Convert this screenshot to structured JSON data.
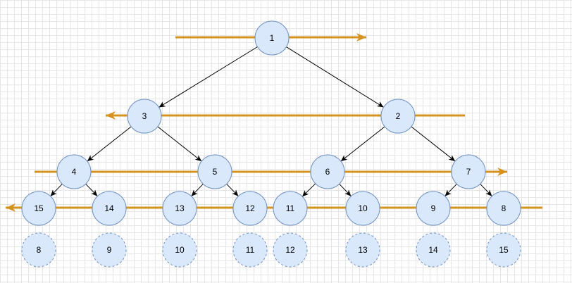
{
  "tree": {
    "nodes": [
      {
        "id": "n1",
        "label": "1"
      },
      {
        "id": "n3",
        "label": "3"
      },
      {
        "id": "n2",
        "label": "2"
      },
      {
        "id": "n4",
        "label": "4"
      },
      {
        "id": "n5",
        "label": "5"
      },
      {
        "id": "n6",
        "label": "6"
      },
      {
        "id": "n7",
        "label": "7"
      },
      {
        "id": "n15",
        "label": "15"
      },
      {
        "id": "n14",
        "label": "14"
      },
      {
        "id": "n13",
        "label": "13"
      },
      {
        "id": "n12",
        "label": "12"
      },
      {
        "id": "n11",
        "label": "11"
      },
      {
        "id": "n10",
        "label": "10"
      },
      {
        "id": "n9",
        "label": "9"
      },
      {
        "id": "n8",
        "label": "8"
      }
    ],
    "edges": [
      {
        "from": "n1",
        "to": "n3"
      },
      {
        "from": "n1",
        "to": "n2"
      },
      {
        "from": "n3",
        "to": "n4"
      },
      {
        "from": "n3",
        "to": "n5"
      },
      {
        "from": "n2",
        "to": "n6"
      },
      {
        "from": "n2",
        "to": "n7"
      },
      {
        "from": "n4",
        "to": "n15"
      },
      {
        "from": "n4",
        "to": "n14"
      },
      {
        "from": "n5",
        "to": "n13"
      },
      {
        "from": "n5",
        "to": "n12"
      },
      {
        "from": "n6",
        "to": "n11"
      },
      {
        "from": "n6",
        "to": "n10"
      },
      {
        "from": "n7",
        "to": "n9"
      },
      {
        "from": "n7",
        "to": "n8"
      }
    ],
    "traversal_arrows": [
      {
        "level": 1,
        "direction": "right"
      },
      {
        "level": 2,
        "direction": "left"
      },
      {
        "level": 3,
        "direction": "right"
      },
      {
        "level": 4,
        "direction": "left"
      }
    ],
    "index_row": [
      "8",
      "9",
      "10",
      "11",
      "12",
      "13",
      "14",
      "15"
    ]
  },
  "colors": {
    "node_fill": "#dae8fc",
    "node_stroke": "#6c8ebf",
    "arrow": "#d6921e",
    "edge": "#000000"
  }
}
